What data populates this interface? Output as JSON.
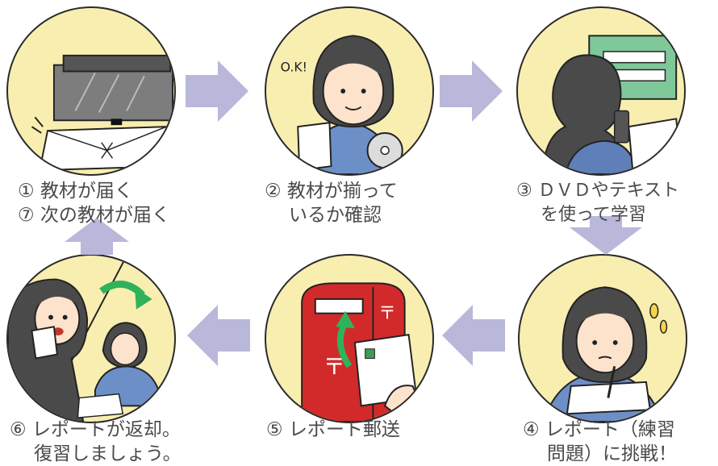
{
  "steps": [
    {
      "label": "① 教材が届く",
      "label2": "⑦ 次の教材が届く"
    },
    {
      "label": "② 教材が揃って",
      "label2": "いるか確認"
    },
    {
      "label": "③ ＤＶＤやテキスト",
      "label2": "を使って学習"
    },
    {
      "label": "④ レポート（練習",
      "label2": "問題）に挑戦！"
    },
    {
      "label": "⑤ レポート郵送"
    },
    {
      "label": "⑥ レポートが返却。",
      "label2": "復習しましょう。"
    }
  ],
  "illustration_text": {
    "ok": "O.K!",
    "mailbox_mark": "〒"
  },
  "colors": {
    "circle_fill": "#f8eeb0",
    "arrow": "#b9b7da",
    "caption": "#4a4a4a",
    "mailbox": "#d22a2a"
  }
}
